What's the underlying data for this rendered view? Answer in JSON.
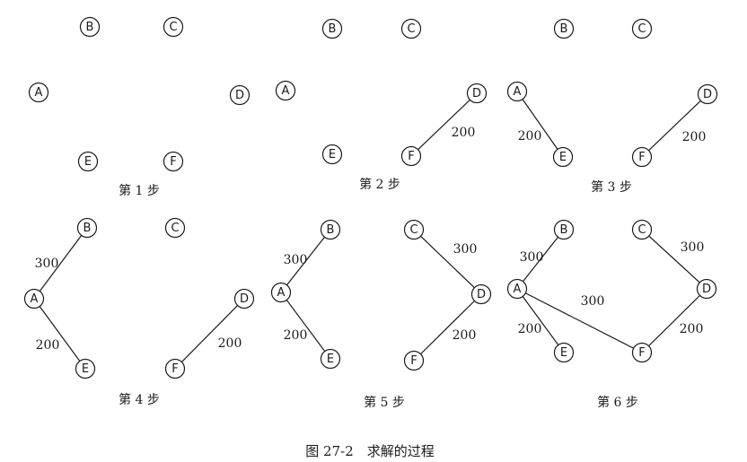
{
  "figure": {
    "caption": "图 27-2　求解的过程",
    "panels": [
      {
        "caption": "第 1 步",
        "edges": []
      },
      {
        "caption": "第 2 步",
        "edges": [
          {
            "from": "F",
            "to": "D",
            "weight": "200"
          }
        ]
      },
      {
        "caption": "第 3 步",
        "edges": [
          {
            "from": "A",
            "to": "E",
            "weight": "200"
          },
          {
            "from": "F",
            "to": "D",
            "weight": "200"
          }
        ]
      },
      {
        "caption": "第 4 步",
        "edges": [
          {
            "from": "A",
            "to": "B",
            "weight": "300"
          },
          {
            "from": "A",
            "to": "E",
            "weight": "200"
          },
          {
            "from": "F",
            "to": "D",
            "weight": "200"
          }
        ]
      },
      {
        "caption": "第 5 步",
        "edges": [
          {
            "from": "A",
            "to": "B",
            "weight": "300"
          },
          {
            "from": "A",
            "to": "E",
            "weight": "200"
          },
          {
            "from": "C",
            "to": "D",
            "weight": "300"
          },
          {
            "from": "F",
            "to": "D",
            "weight": "200"
          }
        ]
      },
      {
        "caption": "第 6 步",
        "edges": [
          {
            "from": "A",
            "to": "B",
            "weight": "300"
          },
          {
            "from": "A",
            "to": "E",
            "weight": "200"
          },
          {
            "from": "A",
            "to": "F",
            "weight": "300"
          },
          {
            "from": "C",
            "to": "D",
            "weight": "300"
          },
          {
            "from": "F",
            "to": "D",
            "weight": "200"
          }
        ]
      }
    ],
    "node_labels": [
      "A",
      "B",
      "C",
      "D",
      "E",
      "F"
    ]
  }
}
